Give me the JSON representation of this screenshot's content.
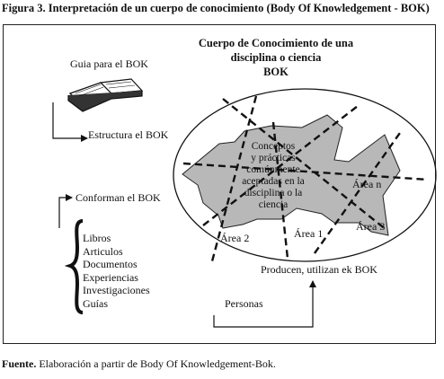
{
  "caption": "Figura 3. Interpretación de un cuerpo de conocimiento (Body Of Knowledgement - BOK)",
  "title_lines": [
    "Cuerpo de Conocimiento de una",
    "disciplina o ciencia",
    "BOK"
  ],
  "guia_label": "Guia para el BOK",
  "estructura_label": "Estructura el BOK",
  "conforman_label": "Conforman el BOK",
  "list_items": [
    "Libros",
    "Articulos",
    "Documentos",
    "Experiencias",
    "Investigaciones",
    "Guías"
  ],
  "concepts_lines": [
    "Conceptos",
    "y prácticas",
    "comúnmente",
    "aceptadas en la",
    "disciplina o la",
    "ciencia"
  ],
  "area_n": "Área n",
  "area_1": "Área 1",
  "area_2": "Área 2",
  "area_3": "Área 3",
  "producen_label": "Producen, utilizan ek BOK",
  "personas_label": "Personas",
  "source_bold": "Fuente.",
  "source_text": " Elaboración a partir de Body Of Knowledgement-Bok."
}
